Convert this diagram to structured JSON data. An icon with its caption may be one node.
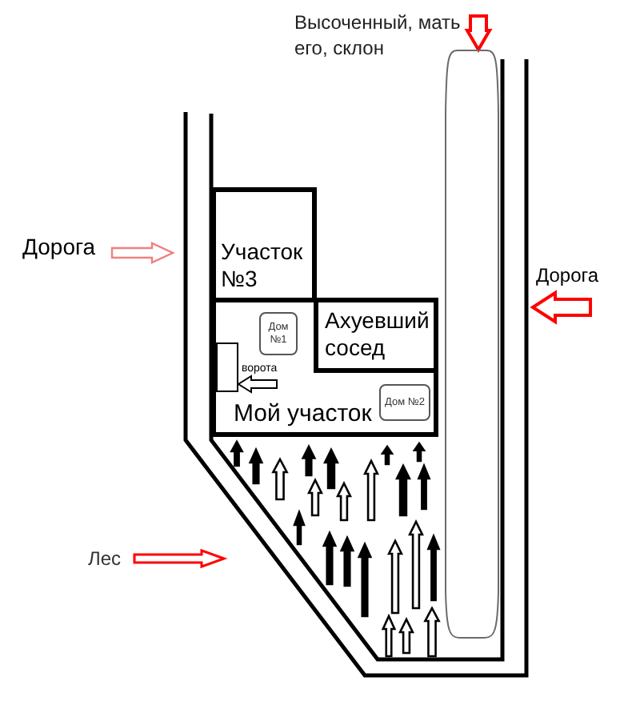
{
  "diagram": {
    "nodes": [
      {
        "text": [
          "Высоченный, мать его, склон"
        ]
      },
      {
        "text": [],
        "shape": "oval"
      },
      {
        "text": [
          "Участок №3"
        ]
      },
      {
        "text": [
          "Дорога"
        ]
      },
      {
        "text": [
          "Дорога"
        ]
      },
      {
        "text": [
          "Мой участок"
        ]
      },
      {
        "text": [
          "Ахуевший сосед"
        ],
        "in": 5
      },
      {
        "text": [
          "Дом №1"
        ],
        "in": 5
      },
      {
        "text": [],
        "shape": "box",
        "in": 5
      },
      {
        "text": [
          "ворота"
        ],
        "in": 5
      },
      {
        "text": [
          "Дом №2"
        ],
        "in": 5
      },
      {
        "text": [],
        "shape": "picture"
      },
      {
        "text": [
          "Лес"
        ]
      }
    ],
    "edges": [
      {
        "from": 0,
        "to": 1,
        "arrow": "to"
      },
      {
        "from": 3,
        "to": null,
        "arrow": "to",
        "color": "#f08080"
      },
      {
        "from": 4,
        "to": null,
        "arrow": "to"
      },
      {
        "from": 9,
        "to": 8,
        "arrow": "to",
        "color": "#000000"
      },
      {
        "from": 12,
        "to": 11,
        "arrow": "to"
      }
    ]
  }
}
